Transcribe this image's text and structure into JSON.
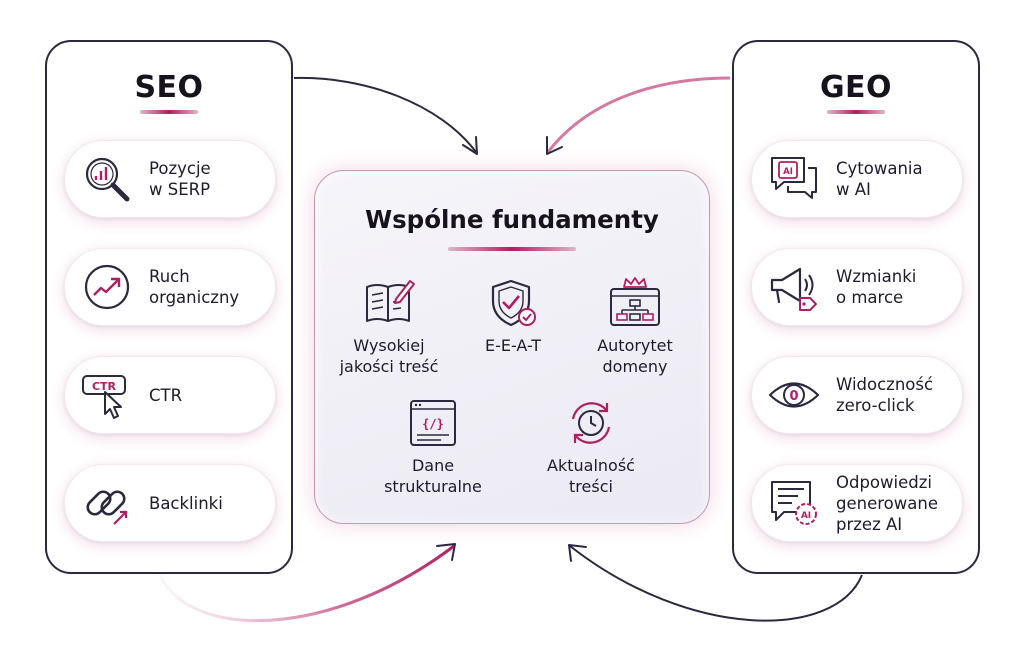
{
  "left_panel": {
    "title": "SEO",
    "items": [
      {
        "label": "Pozycje\nw SERP",
        "icon": "magnifier-chart-icon"
      },
      {
        "label": "Ruch\norganiczny",
        "icon": "trend-up-icon"
      },
      {
        "label": "CTR",
        "icon": "ctr-cursor-icon",
        "badge": "CTR"
      },
      {
        "label": "Backlinki",
        "icon": "chain-link-icon"
      }
    ]
  },
  "right_panel": {
    "title": "GEO",
    "items": [
      {
        "label": "Cytowania\nw AI",
        "icon": "ai-chat-icon",
        "badge": "AI"
      },
      {
        "label": "Wzmianki\no marce",
        "icon": "megaphone-icon"
      },
      {
        "label": "Widoczność\nzero-click",
        "icon": "eye-icon",
        "badge": "0"
      },
      {
        "label": "Odpowiedzi\ngenerowane\nprzez AI",
        "icon": "ai-answer-icon",
        "badge": "AI"
      }
    ]
  },
  "center": {
    "title": "Wspólne fundamenty",
    "features": [
      {
        "label": "Wysokiej\njakości treść",
        "icon": "book-pen-icon"
      },
      {
        "label": "E-E-A-T",
        "icon": "shield-check-icon"
      },
      {
        "label": "Autorytet\ndomeny",
        "icon": "crown-sitemap-icon"
      },
      {
        "label": "Dane\nstrukturalne",
        "icon": "code-window-icon",
        "badge": "{/}"
      },
      {
        "label": "Aktualność\ntreści",
        "icon": "clock-refresh-icon"
      }
    ]
  },
  "colors": {
    "accent": "#b01e62",
    "ink": "#2a2940",
    "text": "#1f1a2e"
  }
}
